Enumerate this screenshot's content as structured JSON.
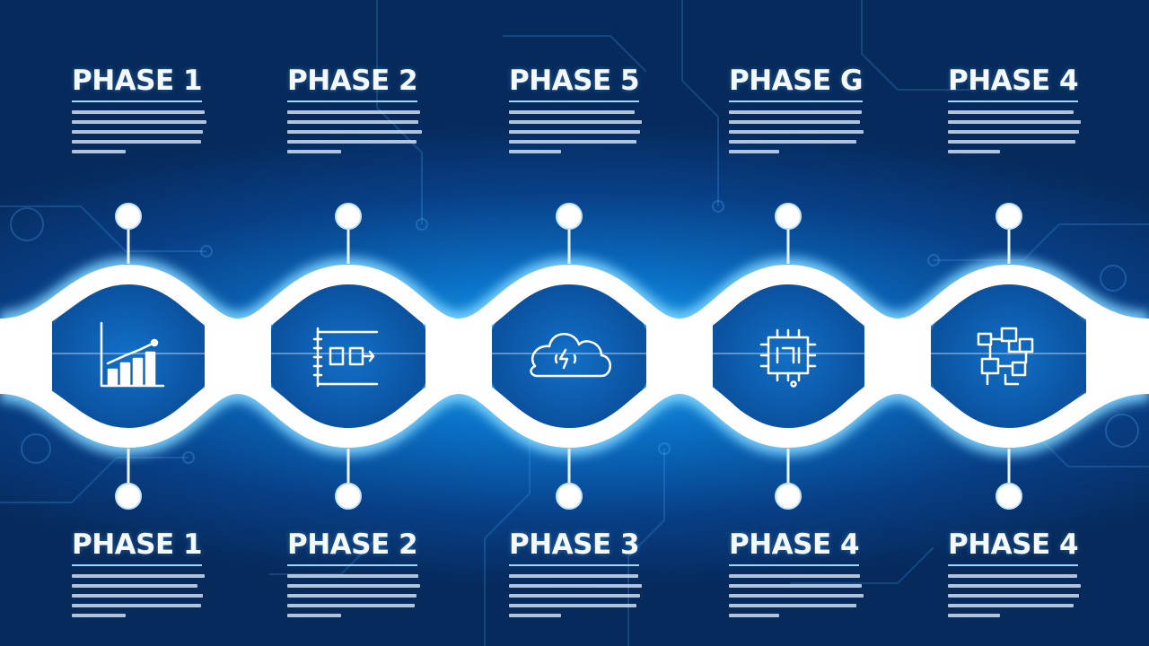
{
  "phases_top": [
    {
      "title": "PHASE 1",
      "icon": "bar-chart-icon"
    },
    {
      "title": "PHASE 2",
      "icon": "process-flow-icon"
    },
    {
      "title": "PHASE 5",
      "icon": "cloud-icon"
    },
    {
      "title": "PHASE G",
      "icon": "circuit-chip-icon"
    },
    {
      "title": "PHASE 4",
      "icon": "network-nodes-icon"
    }
  ],
  "phases_bottom": [
    {
      "title": "PHASE 1"
    },
    {
      "title": "PHASE 2"
    },
    {
      "title": "PHASE 3"
    },
    {
      "title": "PHASE 4"
    },
    {
      "title": "PHASE 4"
    }
  ],
  "colors": {
    "background": "#083f86",
    "glow": "#1aa8f0",
    "ribbon": "#ffffff",
    "lens": "#0b5fb3"
  }
}
